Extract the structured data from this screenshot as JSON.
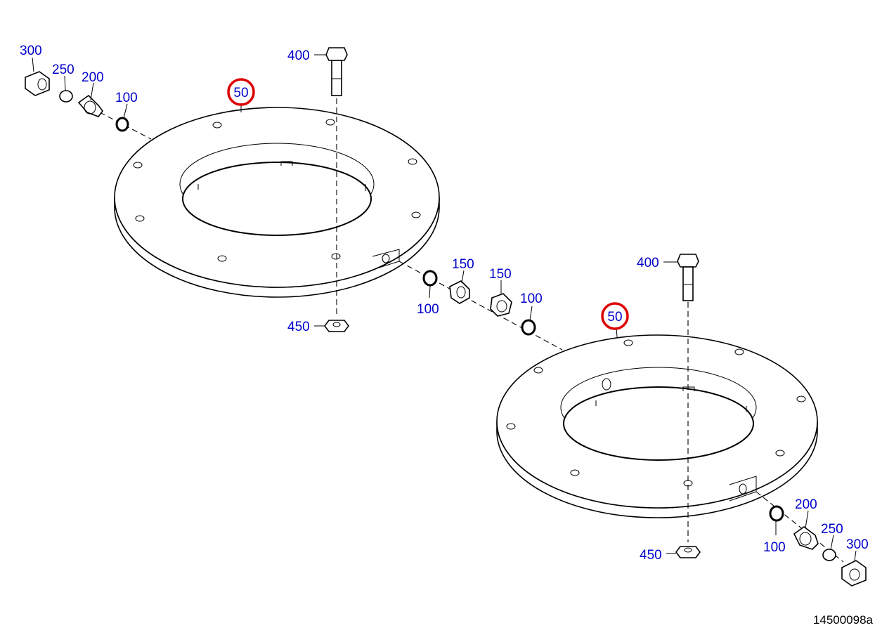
{
  "drawing": {
    "reference_number": "14500098a",
    "label_color": "#0000cc",
    "highlight_color": "#dd0000"
  },
  "callouts": {
    "ring_1": "50",
    "ring_2": "50",
    "bolt_1": "400",
    "bolt_2": "400",
    "nut_1": "450",
    "nut_2": "450",
    "cap_nut_1": "300",
    "cap_nut_2": "300",
    "sleeve_1": "250",
    "sleeve_2": "250",
    "nipple_1": "200",
    "nipple_2": "200",
    "seal_1": "100",
    "seal_2": "100",
    "seal_3": "100",
    "seal_4": "100",
    "plug_1": "150",
    "plug_2": "150"
  }
}
